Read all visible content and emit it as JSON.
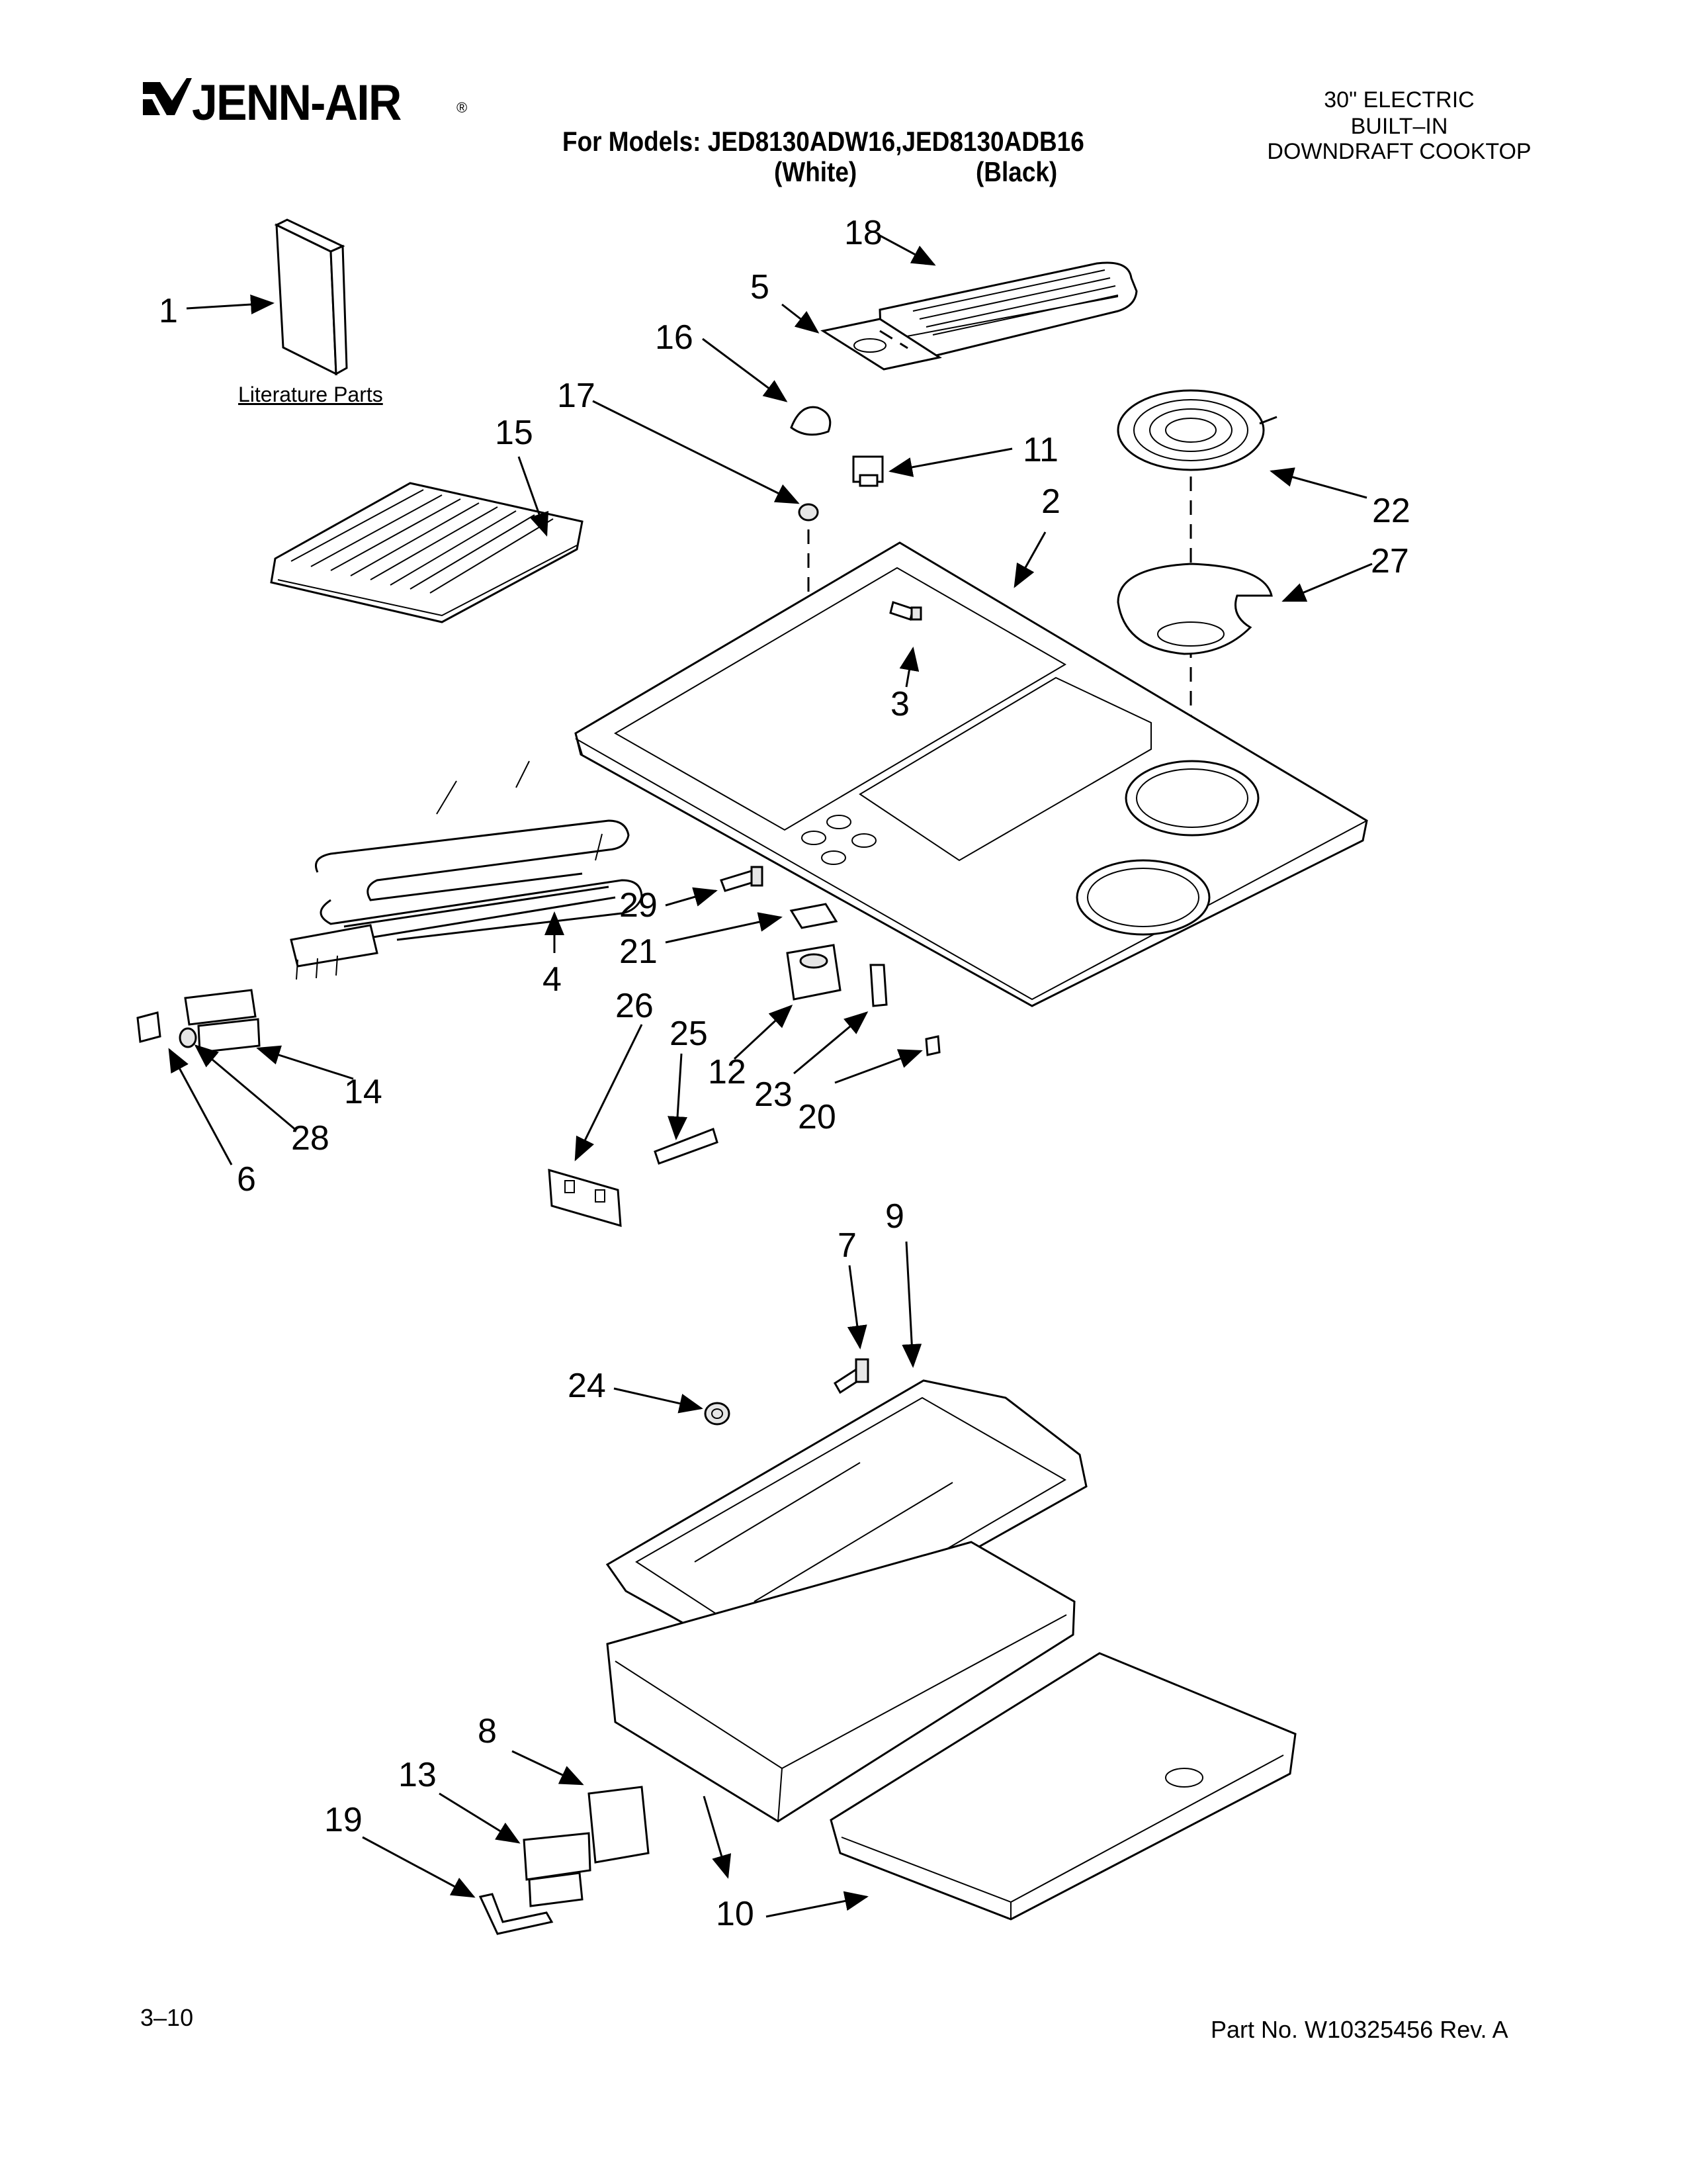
{
  "header": {
    "brand": "JENN-AIR",
    "registered_mark": "®",
    "models_prefix": "For Models: JED8130ADW16,JED8130ADB16",
    "color_white": "(White)",
    "color_black": "(Black)",
    "product_title_line1": "30\" ELECTRIC",
    "product_title_line2": "BUILT–IN",
    "product_title_line3": "DOWNDRAFT COOKTOP"
  },
  "literature_label": "Literature Parts",
  "callouts": {
    "c1": "1",
    "c2": "2",
    "c3": "3",
    "c4": "4",
    "c5": "5",
    "c6": "6",
    "c7": "7",
    "c8": "8",
    "c9": "9",
    "c10a": "10",
    "c11": "11",
    "c12": "12",
    "c13": "13",
    "c14": "14",
    "c15": "15",
    "c16": "16",
    "c17": "17",
    "c18": "18",
    "c19": "19",
    "c20": "20",
    "c21": "21",
    "c22": "22",
    "c23": "23",
    "c24": "24",
    "c25": "25",
    "c26": "26",
    "c27": "27",
    "c28": "28",
    "c29": "29"
  },
  "footer": {
    "page": "3–10",
    "part_number": "Part No. W10325456 Rev. A"
  }
}
